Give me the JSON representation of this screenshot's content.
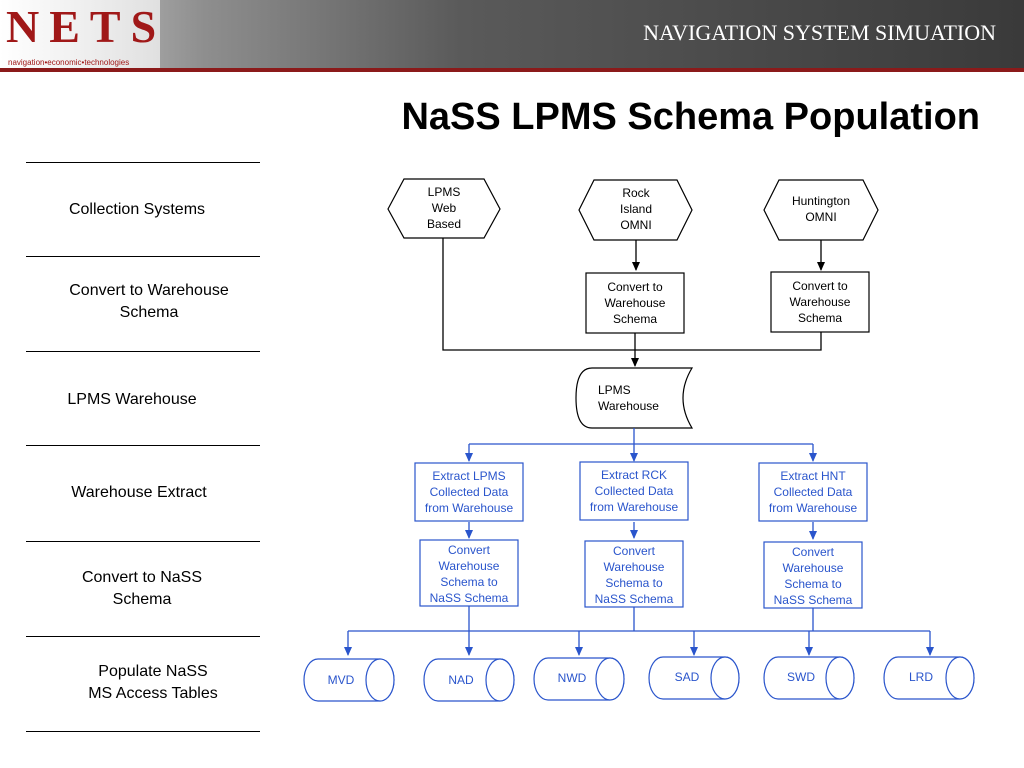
{
  "header": {
    "logo": "NETS",
    "logo_tagline": "navigation•economic•technologies",
    "title": "NAVIGATION SYSTEM SIMUATION"
  },
  "page_title": "NaSS LPMS Schema Population",
  "stages": [
    {
      "line1": "Collection Systems"
    },
    {
      "line1": "Convert to Warehouse",
      "line2": "Schema"
    },
    {
      "line1": "LPMS Warehouse"
    },
    {
      "line1": "Warehouse Extract"
    },
    {
      "line1": "Convert to NaSS",
      "line2": "Schema"
    },
    {
      "line1": "Populate NaSS",
      "line2": "MS Access Tables"
    }
  ],
  "sources": [
    {
      "lines": [
        "LPMS",
        "Web",
        "Based"
      ]
    },
    {
      "lines": [
        "Rock",
        "Island",
        "OMNI"
      ]
    },
    {
      "lines": [
        "Huntington",
        "OMNI"
      ]
    }
  ],
  "convert_warehouse": [
    {
      "lines": [
        "Convert to",
        "Warehouse",
        "Schema"
      ]
    },
    {
      "lines": [
        "Convert to",
        "Warehouse",
        "Schema"
      ]
    }
  ],
  "warehouse": {
    "lines": [
      "LPMS",
      "Warehouse"
    ]
  },
  "extracts": [
    {
      "lines": [
        "Extract LPMS",
        "Collected Data",
        "from Warehouse"
      ]
    },
    {
      "lines": [
        "Extract RCK",
        "Collected Data",
        "from Warehouse"
      ]
    },
    {
      "lines": [
        "Extract HNT",
        "Collected Data",
        "from Warehouse"
      ]
    }
  ],
  "convert_nass": [
    {
      "lines": [
        "Convert",
        "Warehouse",
        "Schema to",
        "NaSS Schema"
      ]
    },
    {
      "lines": [
        "Convert",
        "Warehouse",
        "Schema to",
        "NaSS Schema"
      ]
    },
    {
      "lines": [
        "Convert",
        "Warehouse",
        "Schema to",
        "NaSS Schema"
      ]
    }
  ],
  "tables": [
    "MVD",
    "NAD",
    "NWD",
    "SAD",
    "SWD",
    "LRD"
  ],
  "colors": {
    "accent_blue": "#2a55cc",
    "brand_red": "#a01818"
  }
}
